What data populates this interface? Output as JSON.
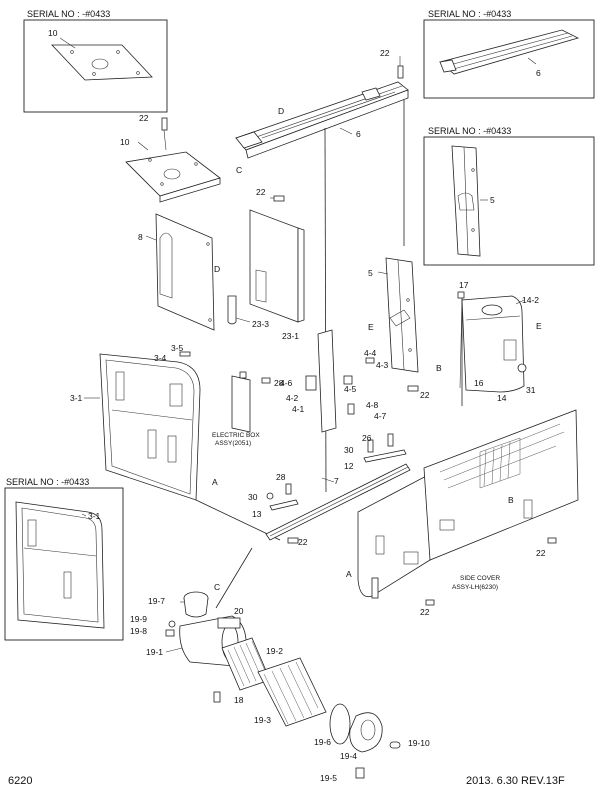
{
  "serial_note": "SERIAL NO : -#0433",
  "footer": {
    "page_code": "6220",
    "revision": "2013. 6.30  REV.13F"
  },
  "notes": {
    "electric_box": [
      "ELECTRIC BOX",
      "ASSY(2051)"
    ],
    "side_cover": [
      "SIDE COVER",
      "ASSY-LH(6230)"
    ]
  },
  "letters": {
    "A": "A",
    "B": "B",
    "C": "C",
    "D": "D",
    "E": "E"
  },
  "parts": {
    "p3_1": "3-1",
    "p3_4": "3-4",
    "p3_5": "3-5",
    "p4_1": "4-1",
    "p4_2": "4-2",
    "p4_3": "4-3",
    "p4_4": "4-4",
    "p4_5": "4-5",
    "p4_6": "4-6",
    "p4_7": "4-7",
    "p4_8": "4-8",
    "p5": "5",
    "p6": "6",
    "p7": "7",
    "p8": "8",
    "p10": "10",
    "p12": "12",
    "p13": "13",
    "p14": "14",
    "p14_2": "14-2",
    "p16": "16",
    "p17": "17",
    "p18": "18",
    "p19_1": "19-1",
    "p19_2": "19-2",
    "p19_3": "19-3",
    "p19_4": "19-4",
    "p19_5": "19-5",
    "p19_6": "19-6",
    "p19_7": "19-7",
    "p19_8": "19-8",
    "p19_9": "19-9",
    "p19_10": "19-10",
    "p20": "20",
    "p22": "22",
    "p23_1": "23-1",
    "p23_3": "23-3",
    "p26": "26",
    "p28": "28",
    "p30": "30",
    "p31": "31"
  }
}
